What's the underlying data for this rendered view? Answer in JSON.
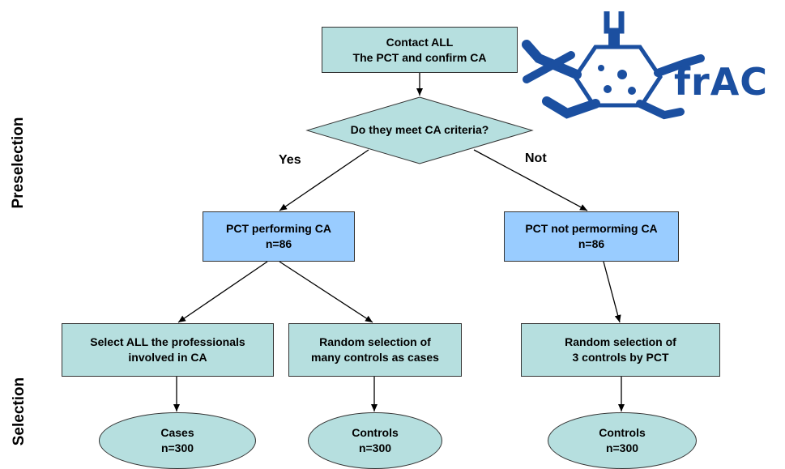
{
  "phases": {
    "preselection": "Preselection",
    "selection": "Selection"
  },
  "nodes": {
    "contact": {
      "line1": "Contact ALL",
      "line2": "The PCT and confirm CA"
    },
    "decision": "Do they meet CA criteria?",
    "yes": "Yes",
    "no": "Not",
    "pct_performing": {
      "line1": "PCT performing CA",
      "line2": "n=86"
    },
    "pct_not_performing": {
      "line1": "PCT not permorming CA",
      "line2": "n=86"
    },
    "select_all": {
      "line1": "Select ALL the professionals",
      "line2": "involved in CA"
    },
    "random_many": {
      "line1": "Random selection of",
      "line2": "many controls as cases"
    },
    "random_three": {
      "line1": "Random selection of",
      "line2": "3 controls by PCT"
    },
    "cases": {
      "line1": "Cases",
      "line2": "n=300"
    },
    "controls_a": {
      "line1": "Controls",
      "line2": "n=300"
    },
    "controls_b": {
      "line1": "Controls",
      "line2": "n=300"
    }
  },
  "logo": {
    "text": "frAC",
    "color": "#1b4fa0"
  },
  "colors": {
    "teal_box": "#b6dfdf",
    "blue_box": "#99ccff"
  }
}
